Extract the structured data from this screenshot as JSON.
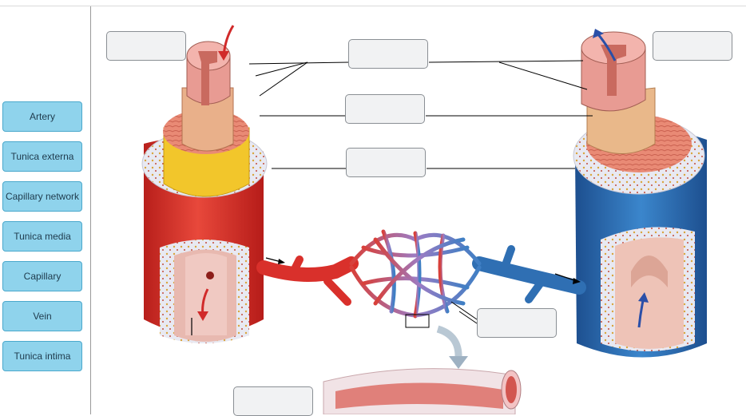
{
  "labels": [
    "Artery",
    "Tunica externa",
    "Capillary network",
    "Tunica media",
    "Capillary",
    "Vein",
    "Tunica intima"
  ],
  "colors": {
    "chip_bg": "#8fd3ec",
    "chip_border": "#4aa8cc",
    "artery": "#d9302b",
    "vein": "#2f6fb3",
    "flow_arrow_artery": "#d12a2a",
    "flow_arrow_vein": "#2a4fa8"
  },
  "icons": [
    "arrow-down-icon",
    "arrow-up-icon",
    "flow-arrow-icon"
  ]
}
